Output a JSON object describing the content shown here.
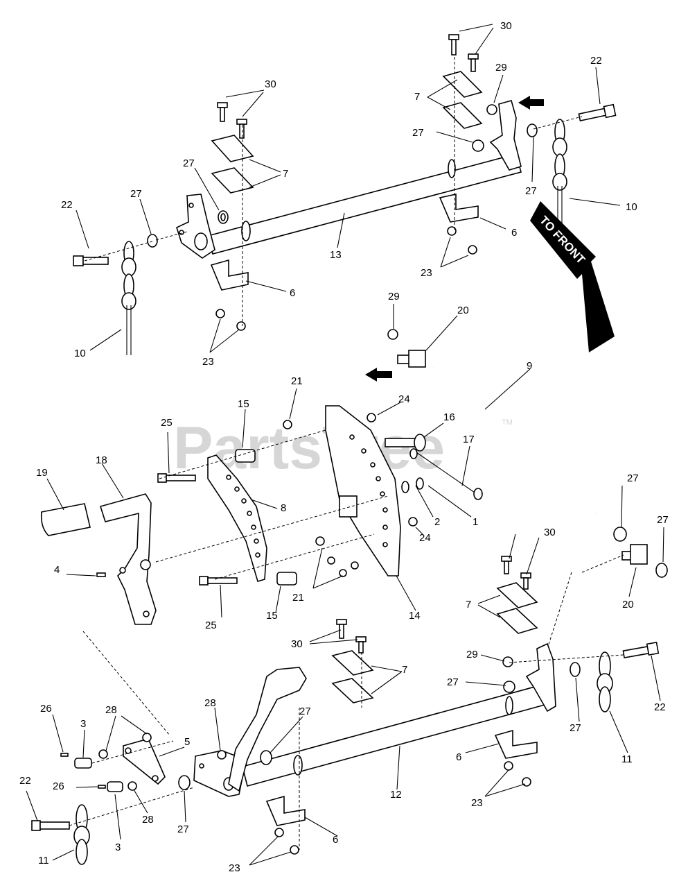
{
  "watermark": "PartsTree",
  "watermark_tm": "TM",
  "direction_label": "TO FRONT",
  "callouts": {
    "c1": "1",
    "c2": "2",
    "c3a": "3",
    "c3b": "3",
    "c4": "4",
    "c5": "5",
    "c6a": "6",
    "c6b": "6",
    "c6c": "6",
    "c6d": "6",
    "c7a": "7",
    "c7b": "7",
    "c7c": "7",
    "c7d": "7",
    "c8": "8",
    "c9": "9",
    "c10a": "10",
    "c10b": "10",
    "c11a": "11",
    "c11b": "11",
    "c12": "12",
    "c13": "13",
    "c14": "14",
    "c15a": "15",
    "c15b": "15",
    "c16": "16",
    "c17": "17",
    "c18": "18",
    "c19": "19",
    "c20a": "20",
    "c20b": "20",
    "c21a": "21",
    "c21b": "21",
    "c22a": "22",
    "c22b": "22",
    "c22c": "22",
    "c22d": "22",
    "c23a": "23",
    "c23b": "23",
    "c23c": "23",
    "c23d": "23",
    "c24a": "24",
    "c24b": "24",
    "c25a": "25",
    "c25b": "25",
    "c26a": "26",
    "c26b": "26",
    "c27a": "27",
    "c27b": "27",
    "c27c": "27",
    "c27d": "27",
    "c27e": "27",
    "c27f": "27",
    "c27g": "27",
    "c27h": "27",
    "c27i": "27",
    "c28a": "28",
    "c28b": "28",
    "c28c": "28",
    "c29a": "29",
    "c29b": "29",
    "c29c": "29",
    "c30a": "30",
    "c30b": "30",
    "c30c": "30",
    "c30d": "30"
  }
}
